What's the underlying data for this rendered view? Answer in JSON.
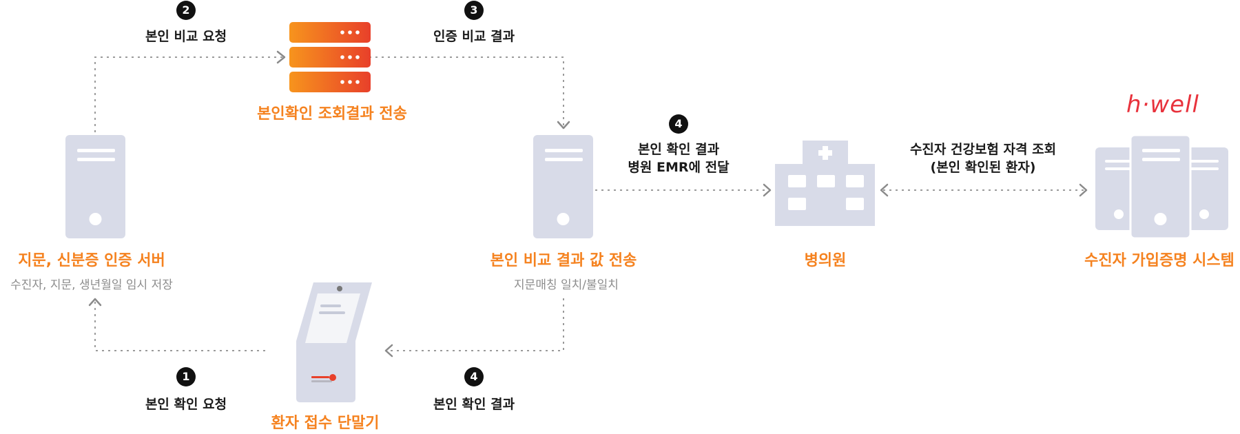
{
  "steps": {
    "s1": {
      "num": "1",
      "text": "본인 확인 요청"
    },
    "s2": {
      "num": "2",
      "text": "본인 비교 요청"
    },
    "s3": {
      "num": "3",
      "text": "인증 비교 결과"
    },
    "s4a": {
      "num": "4",
      "line1": "본인 확인 결과",
      "line2": "병원 EMR에 전달"
    },
    "s4b": {
      "num": "4",
      "text": "본인 확인 결과"
    }
  },
  "nodes": {
    "fingerprint_server": {
      "title": "지문, 신분증 인증 서버",
      "subtitle": "수진자, 지문, 생년월일 임시 저장"
    },
    "central_server": {
      "title": "본인확인 조회결과 전송"
    },
    "compare_server": {
      "title": "본인 비교 결과 값 전송",
      "subtitle": "지문매칭 일치/불일치"
    },
    "hospital": {
      "title": "병의원"
    },
    "insurance_system": {
      "title": "수진자 가입증명 시스템"
    },
    "kiosk": {
      "title": "환자 접수 단말기"
    }
  },
  "eligibility": {
    "line1": "수진자 건강보험 자격 조회",
    "line2": "(본인 확인된 환자)"
  },
  "logo": {
    "text": "h·well"
  },
  "colors": {
    "accent": "#f5821f",
    "server_gradient_start": "#f7941d",
    "server_gradient_end": "#e8402a",
    "node_fill": "#d8dbe8",
    "connector": "#9a9a9a",
    "logo": "#e8323c"
  }
}
